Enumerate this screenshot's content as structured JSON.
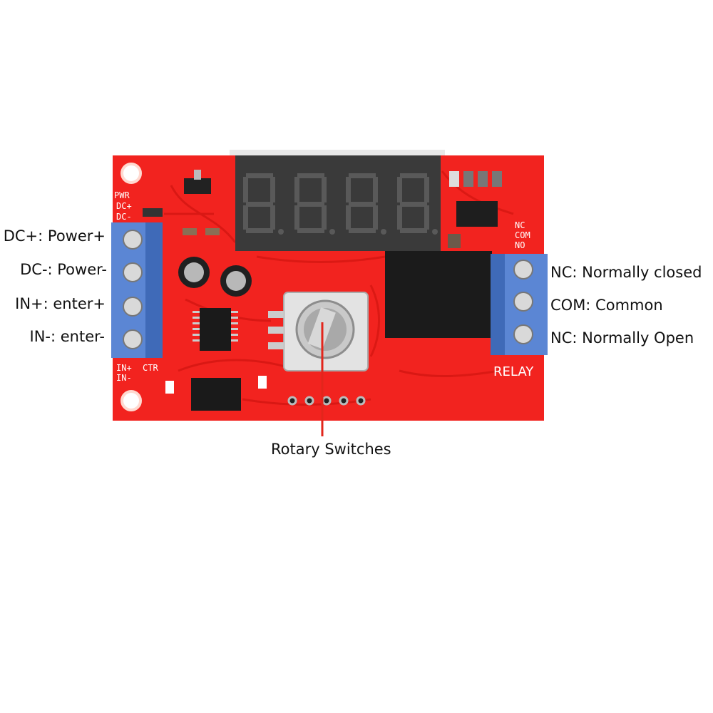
{
  "board": {
    "silkscreen": {
      "pwr": "PWR",
      "dc_plus": "DC+",
      "dc_minus": "DC-",
      "in_plus": "IN+",
      "in_minus": "IN-",
      "ctr": "CTR",
      "nc": "NC",
      "com": "COM",
      "no": "NO",
      "relay": "RELAY"
    },
    "colors": {
      "pcb": "#f2231f",
      "terminal": "#5b86d4",
      "display": "#3a3a3a"
    }
  },
  "callouts": {
    "dc_plus": "DC+: Power+",
    "dc_minus": "DC-: Power-",
    "in_plus": "IN+: enter+",
    "in_minus": "IN-: enter-",
    "nc": "NC: Normally closed",
    "com": "COM: Common",
    "no": "NC: Normally Open",
    "rotary": "Rotary Switches"
  }
}
